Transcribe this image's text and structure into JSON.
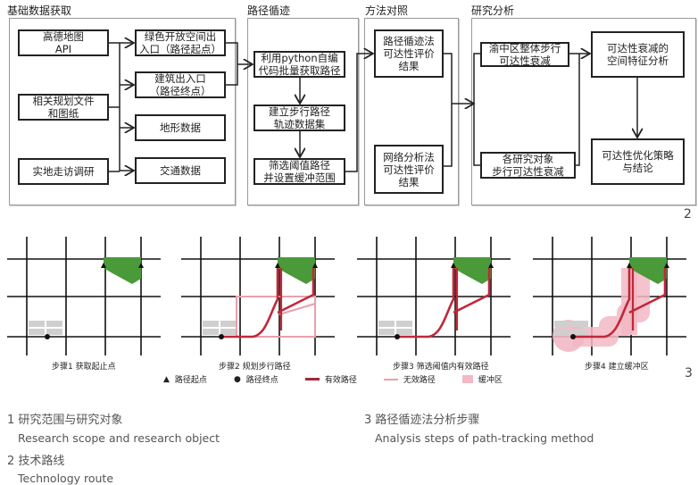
{
  "groups": {
    "data": "基础数据获取",
    "tracking": "路径循迹",
    "compare": "方法对照",
    "analysis": "研究分析"
  },
  "boxes": {
    "amap": "高德地图\nAPI",
    "planning": "相关规划文件\n和图纸",
    "survey": "实地走访调研",
    "green_entry": "绿色开放空间出\n入口（路径起点）",
    "building_entry": "建筑出入口\n（路径终点）",
    "terrain": "地形数据",
    "traffic": "交通数据",
    "python": "利用python自编\n代码批量获取路径",
    "dataset": "建立步行路径\n轨迹数据集",
    "filter": "筛选阈值路径\n并设置缓冲范围",
    "track_result": "路径循迹法\n可达性评价\n结果",
    "network_result": "网络分析法\n可达性评价\n结果",
    "overall": "渝中区整体步行\n可达性衰减",
    "each": "各研究对象\n步行可达性衰减",
    "spatial": "可达性衰减的\n空间特征分析",
    "strategy": "可达性优化策略\n与结论"
  },
  "figure2_number": "2",
  "figure3_number": "3",
  "steps": [
    "步骤1 获取起止点",
    "步骤2 规划步行路径",
    "步骤3 筛选阈值内有效路径",
    "步骤4 建立缓冲区"
  ],
  "legend": {
    "start": "路径起点",
    "end": "路径终点",
    "valid": "有效路径",
    "invalid": "无效路径",
    "buffer": "缓冲区"
  },
  "colors": {
    "green": "#4a9a3a",
    "valid": "#c0283a",
    "invalid": "#e9a0ae",
    "buffer": "#f2b8c4",
    "building": "#cfcfcf"
  },
  "captions": [
    {
      "zh": "1 研究范围与研究对象",
      "en": "Research scope and research object"
    },
    {
      "zh": "2 技术路线",
      "en": "Technology route"
    },
    {
      "zh": "3 路径循迹法分析步骤",
      "en": "Analysis steps of path-tracking method"
    }
  ]
}
